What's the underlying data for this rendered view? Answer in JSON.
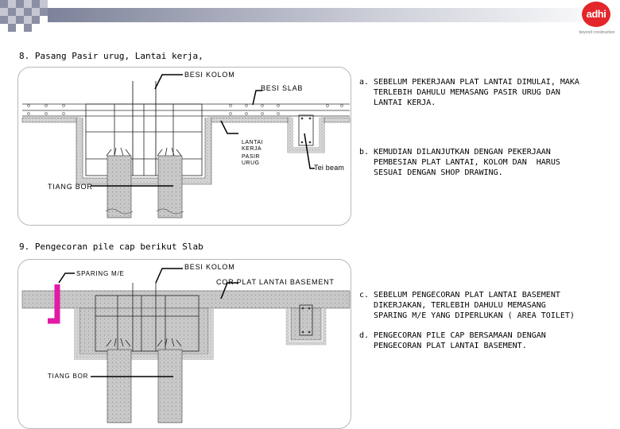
{
  "logo": {
    "name": "adhi",
    "tagline": "beyond construction"
  },
  "section8": {
    "title": "8. Pasang Pasir urug, Lantai kerja,",
    "labels": {
      "besi_kolom": "BESI KOLOM",
      "besi_slab": "BESI SLAB",
      "lantai_kerja": [
        "LANTAI",
        "KERJA"
      ],
      "pasir_urug": [
        "PASIR",
        "URUG"
      ],
      "tei_beam": "Tei beam",
      "tiang_bor": "TIANG BOR"
    },
    "notes": [
      "a. SEBELUM PEKERJAAN PLAT LANTAI DIMULAI, MAKA\n   TERLEBIH DAHULU MEMASANG PASIR URUG DAN\n   LANTAI KERJA.",
      "b. KEMUDIAN DILANJUTKAN DENGAN PEKERJAAN\n   PEMBESIAN PLAT LANTAI, KOLOM DAN  HARUS\n   SESUAI DENGAN SHOP DRAWING."
    ]
  },
  "section9": {
    "title": "9. Pengecoran pile cap berikut Slab",
    "labels": {
      "sparing": "SPARING M/E",
      "besi_kolom": "BESI KOLOM",
      "cor_plat": "COR PLAT LANTAI BASEMENT",
      "tiang_bor": "TIANG BOR"
    },
    "notes": [
      "c. SEBELUM PENGECORAN PLAT LANTAI BASEMENT\n   DIKERJAKAN, TERLEBIH DAHULU MEMASANG\n   SPARING M/E YANG DIPERLUKAN ( AREA TOILET)",
      "d. PENGECORAN PILE CAP BERSAMAAN DENGAN\n   PENGECORAN PLAT LANTAI BASEMENT."
    ]
  },
  "colors": {
    "accent_red": "#e3262a",
    "sparing_pipe": "#e21aa6",
    "band": "#8a8fa3"
  }
}
